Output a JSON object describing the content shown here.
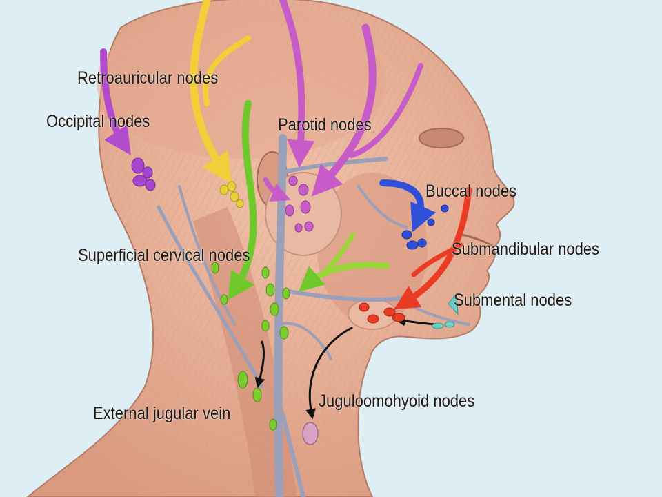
{
  "labels": {
    "retroauricular": "Retroauricular nodes",
    "occipital": "Occipital nodes",
    "parotid": "Parotid nodes",
    "buccal": "Buccal nodes",
    "superficial_cervical": "Superficial cervical nodes",
    "submandibular": "Submandibular nodes",
    "submental": "Submental nodes",
    "external_jugular": "External jugular vein",
    "juguloomohyoid": "Juguloomohyoid nodes"
  },
  "colors": {
    "background": "#ddeef5",
    "skin": "#e9b196",
    "muscle": "#dc9b85",
    "vein": "#9aa0b9",
    "retroauricular": "#f2cf3a",
    "occipital": "#a445d0",
    "parotid": "#c75cc8",
    "buccal": "#2f4fd8",
    "superficial_cervical": "#7ccc2e",
    "submandibular": "#ea3b24",
    "submental": "#6ad0c4",
    "deep": "#111111"
  }
}
